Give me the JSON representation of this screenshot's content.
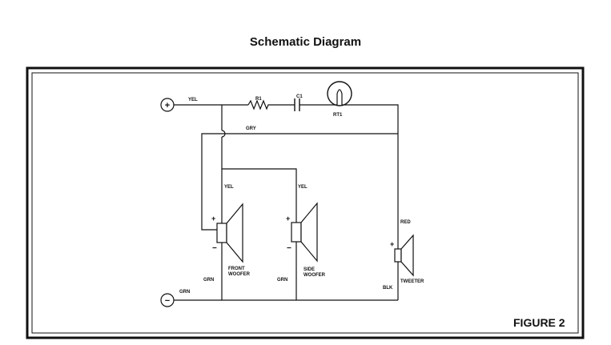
{
  "title": "Schematic Diagram",
  "figure_label": "FIGURE 2",
  "terminals": {
    "positive": "+",
    "negative": "−"
  },
  "wire_labels": {
    "top_yel": "YEL",
    "gry": "GRY",
    "front_yel": "YEL",
    "side_yel": "YEL",
    "red": "RED",
    "front_grn": "GRN",
    "side_grn": "GRN",
    "bottom_grn": "GRN",
    "blk": "BLK"
  },
  "components": {
    "r1": "R1",
    "c1": "C1",
    "rt1": "RT1"
  },
  "speakers": {
    "front": {
      "line1": "FRONT",
      "line2": "WOOFER",
      "plus": "+",
      "minus": "−"
    },
    "side": {
      "line1": "SIDE",
      "line2": "WOOFER",
      "plus": "+",
      "minus": "−"
    },
    "tweeter": {
      "line1": "TWEETER",
      "plus": "+"
    }
  },
  "colors": {
    "ink": "#111111",
    "background": "#ffffff"
  }
}
